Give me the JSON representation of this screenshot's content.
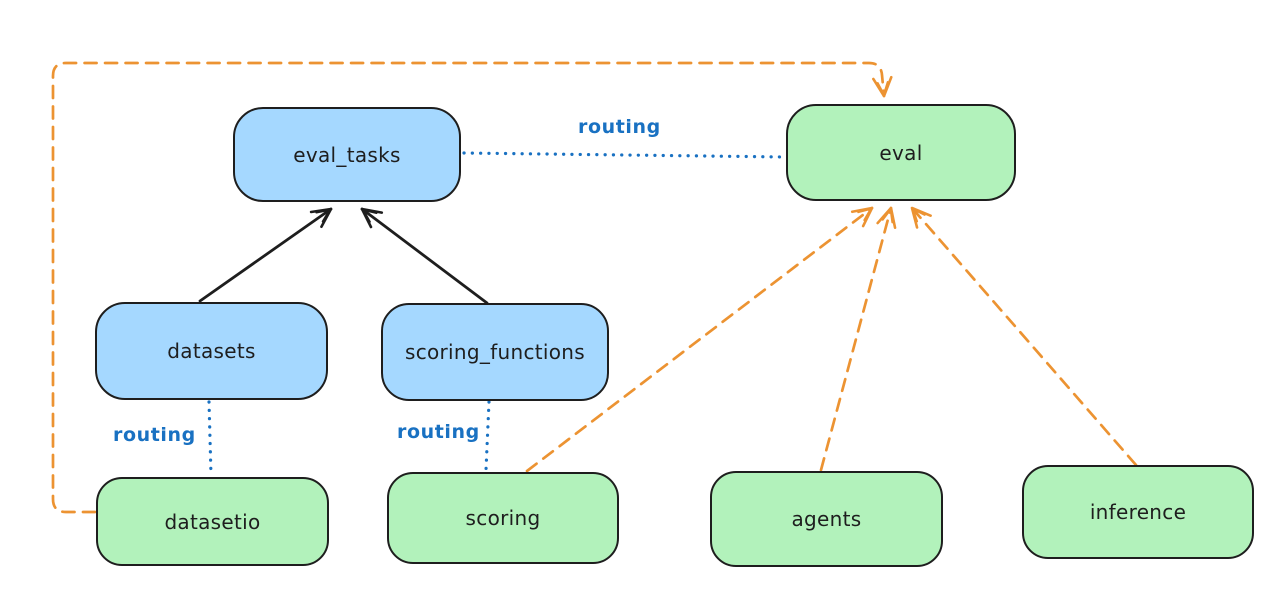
{
  "diagram": {
    "style": "hand-drawn architecture diagram (excalidraw-like)",
    "background": "#ffffff"
  },
  "colors": {
    "stroke_black": "#1e1e1e",
    "node_blue_fill": "#a5d8ff",
    "node_green_fill": "#b2f2bb",
    "routing_blue": "#1971c2",
    "dependency_orange": "#ec9332"
  },
  "nodes": {
    "eval_tasks": {
      "label": "eval_tasks",
      "color": "blue"
    },
    "eval": {
      "label": "eval",
      "color": "green"
    },
    "datasets": {
      "label": "datasets",
      "color": "blue"
    },
    "scoring_functions": {
      "label": "scoring_functions",
      "color": "blue"
    },
    "datasetio": {
      "label": "datasetio",
      "color": "green"
    },
    "scoring": {
      "label": "scoring",
      "color": "green"
    },
    "agents": {
      "label": "agents",
      "color": "green"
    },
    "inference": {
      "label": "inference",
      "color": "green"
    }
  },
  "edges": {
    "routing_label": "routing",
    "list": [
      {
        "from": "datasets",
        "to": "eval_tasks",
        "style": "solid",
        "color": "black",
        "arrow": true
      },
      {
        "from": "scoring_functions",
        "to": "eval_tasks",
        "style": "solid",
        "color": "black",
        "arrow": true
      },
      {
        "from": "eval_tasks",
        "to": "eval",
        "style": "dotted",
        "color": "blue",
        "label": "routing",
        "arrow": false
      },
      {
        "from": "datasets",
        "to": "datasetio",
        "style": "dotted",
        "color": "blue",
        "label": "routing",
        "arrow": false
      },
      {
        "from": "scoring_functions",
        "to": "scoring",
        "style": "dotted",
        "color": "blue",
        "label": "routing",
        "arrow": false
      },
      {
        "from": "datasetio",
        "to": "eval",
        "style": "dashed",
        "color": "orange",
        "arrow": true,
        "route": "loop-left-top"
      },
      {
        "from": "scoring",
        "to": "eval",
        "style": "dashed",
        "color": "orange",
        "arrow": true
      },
      {
        "from": "agents",
        "to": "eval",
        "style": "dashed",
        "color": "orange",
        "arrow": true
      },
      {
        "from": "inference",
        "to": "eval",
        "style": "dashed",
        "color": "orange",
        "arrow": true
      }
    ]
  }
}
